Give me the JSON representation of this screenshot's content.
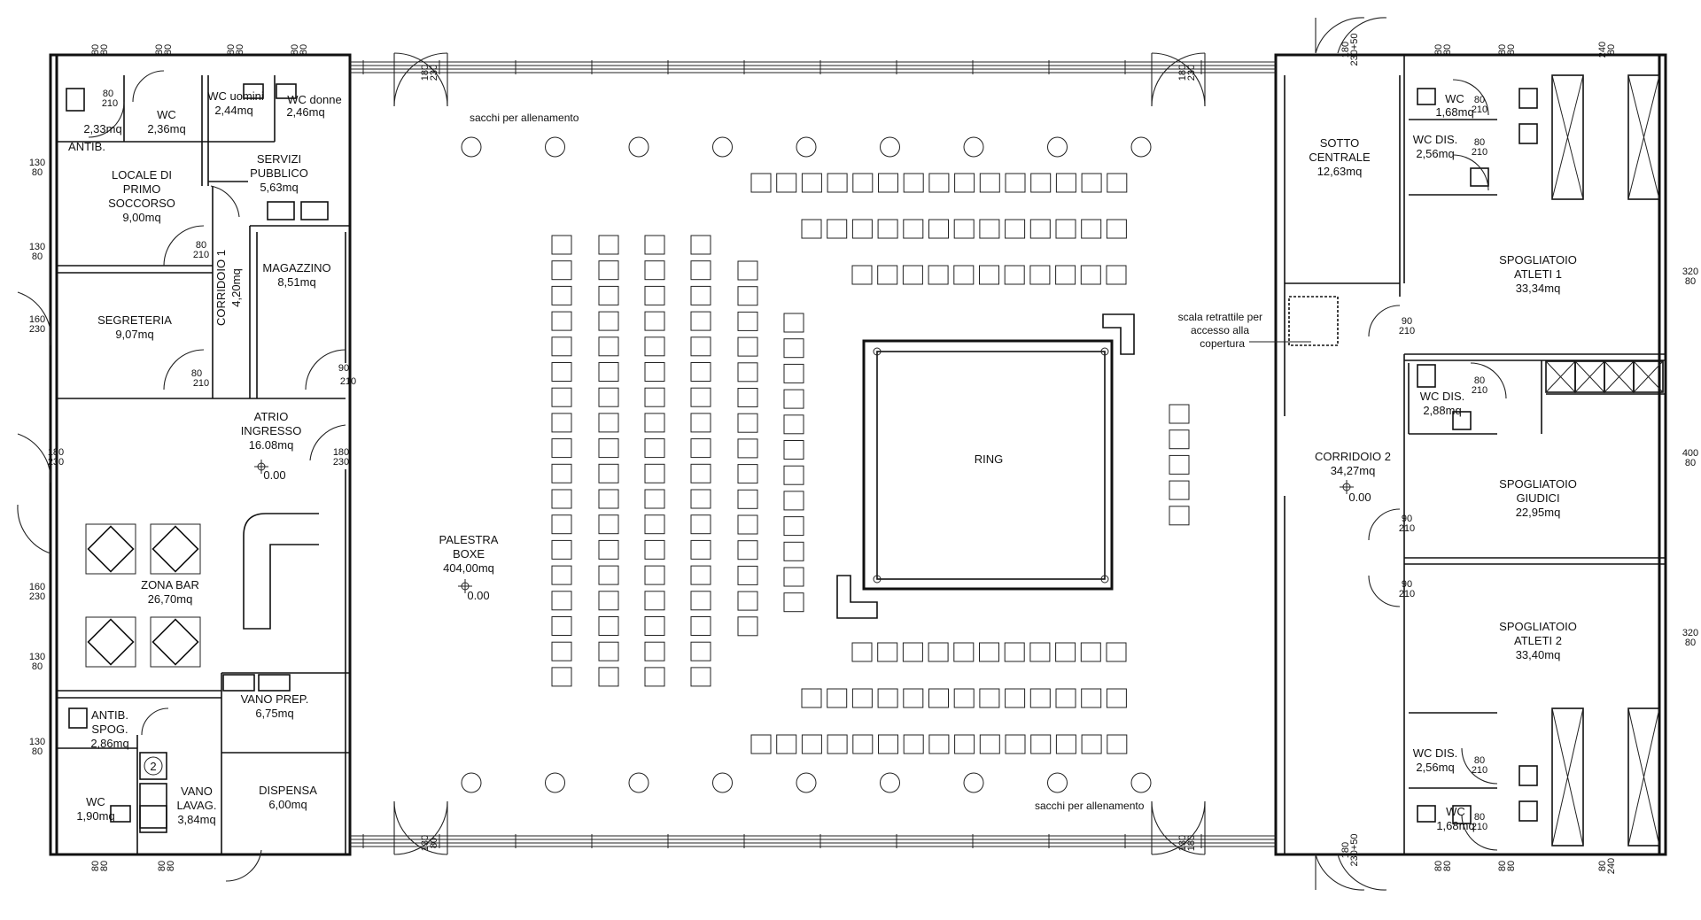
{
  "rooms": {
    "antib1": {
      "name": "ANTIB.",
      "area": "2,33mq"
    },
    "wc1": {
      "name": "WC",
      "area": "2,36mq"
    },
    "wc_uomini": {
      "name": "WC uomini",
      "area": "2,44mq"
    },
    "wc_donne": {
      "name": "WC donne",
      "area": "2,46mq"
    },
    "primo_soccorso": {
      "l1": "LOCALE DI",
      "l2": "PRIMO",
      "l3": "SOCCORSO",
      "area": "9,00mq"
    },
    "servizi": {
      "l1": "SERVIZI",
      "l2": "PUBBLICO",
      "area": "5,63mq"
    },
    "magazzino": {
      "name": "MAGAZZINO",
      "area": "8,51mq"
    },
    "corridoio1": {
      "name": "CORRIDOIO 1",
      "area": "4,20mq"
    },
    "segreteria": {
      "name": "SEGRETERIA",
      "area": "9,07mq"
    },
    "atrio": {
      "l1": "ATRIO",
      "l2": "INGRESSO",
      "area": "16.08mq",
      "level": "0.00"
    },
    "zona_bar": {
      "name": "ZONA BAR",
      "area": "26,70mq"
    },
    "vano_prep": {
      "name": "VANO PREP.",
      "area": "6,75mq"
    },
    "antib_spog": {
      "l1": "ANTIB.",
      "l2": "SPOG.",
      "area": "2,86mq"
    },
    "wc2": {
      "name": "WC",
      "area": "1,90mq"
    },
    "vano_lavag": {
      "l1": "VANO",
      "l2": "LAVAG.",
      "area": "3,84mq"
    },
    "dispensa": {
      "name": "DISPENSA",
      "area": "6,00mq"
    },
    "palestra": {
      "l1": "PALESTRA",
      "l2": "BOXE",
      "area": "404,00mq",
      "level": "0.00"
    },
    "ring": {
      "name": "RING"
    },
    "sotto_centrale": {
      "l1": "SOTTO",
      "l2": "CENTRALE",
      "area": "12,63mq"
    },
    "corridoio2": {
      "name": "CORRIDOIO 2",
      "area": "34,27mq",
      "level": "0.00"
    },
    "wc_a1": {
      "name": "WC",
      "area": "1,68mq"
    },
    "wcdis_a1": {
      "name": "WC DIS.",
      "area": "2,56mq"
    },
    "spog_a1": {
      "l1": "SPOGLIATOIO",
      "l2": "ATLETI 1",
      "area": "33,34mq"
    },
    "wcdis_g": {
      "name": "WC DIS.",
      "area": "2,88mq"
    },
    "spog_g": {
      "l1": "SPOGLIATOIO",
      "l2": "GIUDICI",
      "area": "22,95mq"
    },
    "spog_a2": {
      "l1": "SPOGLIATOIO",
      "l2": "ATLETI 2",
      "area": "33,40mq"
    },
    "wcdis_a2": {
      "name": "WC DIS.",
      "area": "2,56mq"
    },
    "wc_a2": {
      "name": "WC",
      "area": "1,68mq"
    }
  },
  "notes": {
    "sacchi_top": "sacchi per allenamento",
    "sacchi_bottom": "sacchi per allenamento",
    "scala_l1": "scala retrattile per",
    "scala_l2": "accesso alla",
    "scala_l3": "copertura",
    "dish_label": "2"
  },
  "dims": {
    "d80": "80",
    "d210": "210",
    "d90": "90",
    "d130": "130",
    "d160": "160",
    "d180": "180",
    "d230": "230",
    "d240": "240",
    "d320": "320",
    "d400": "400",
    "d230_50": "230+50"
  }
}
